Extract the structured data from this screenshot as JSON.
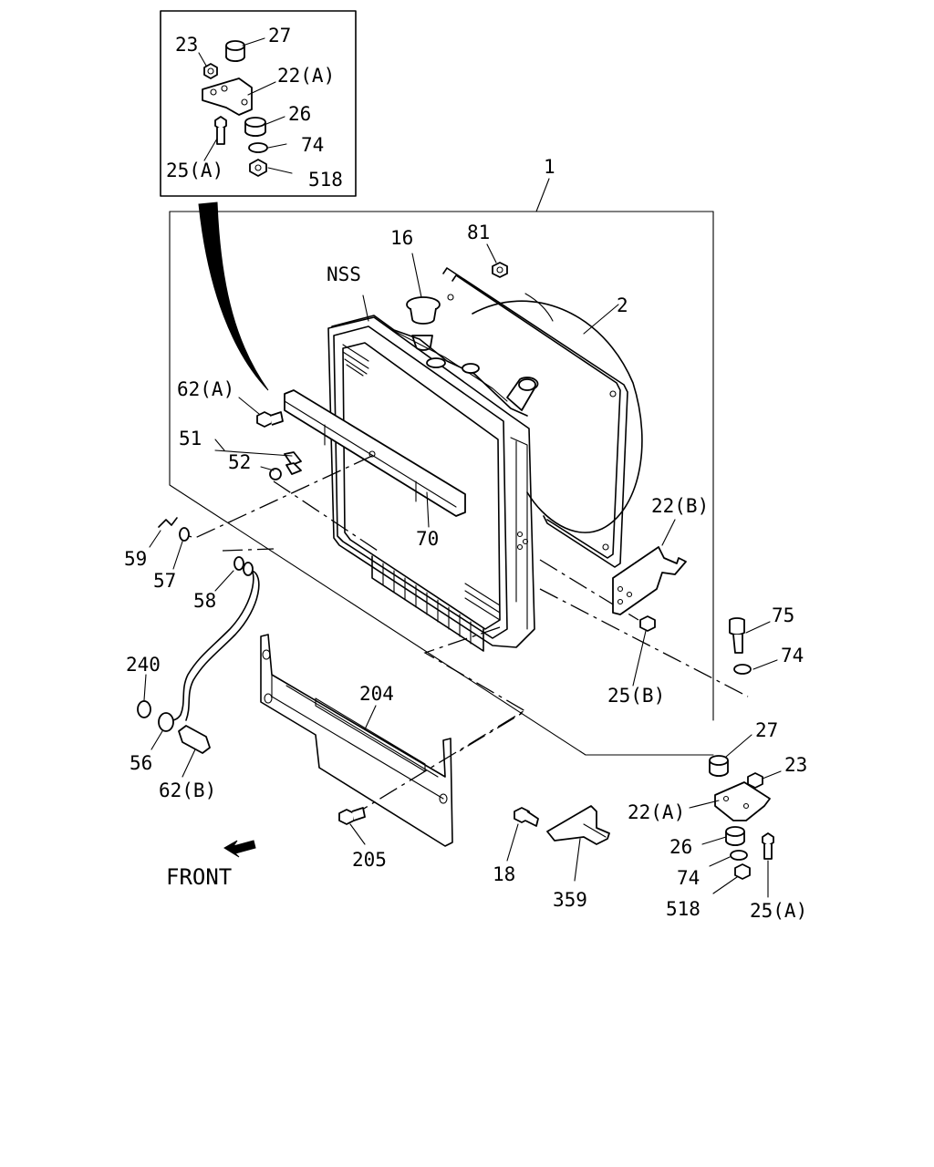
{
  "callouts": {
    "inset_23": "23",
    "inset_27": "27",
    "inset_22a": "22(A)",
    "inset_26": "26",
    "inset_25a": "25(A)",
    "inset_74": "74",
    "inset_518": "518",
    "p1": "1",
    "p16": "16",
    "p81": "81",
    "nss": "NSS",
    "p2": "2",
    "p62a": "62(A)",
    "p51": "51",
    "p52": "52",
    "p70": "70",
    "p22b": "22(B)",
    "p59": "59",
    "p57": "57",
    "p58": "58",
    "p75": "75",
    "p74": "74",
    "p25b": "25(B)",
    "p240": "240",
    "p204": "204",
    "p56": "56",
    "p62b": "62(B)",
    "p27": "27",
    "p23": "23",
    "p22a": "22(A)",
    "p26": "26",
    "p74b": "74",
    "p518": "518",
    "p25a": "25(A)",
    "p205": "205",
    "p18": "18",
    "p359": "359",
    "front": "FRONT"
  }
}
